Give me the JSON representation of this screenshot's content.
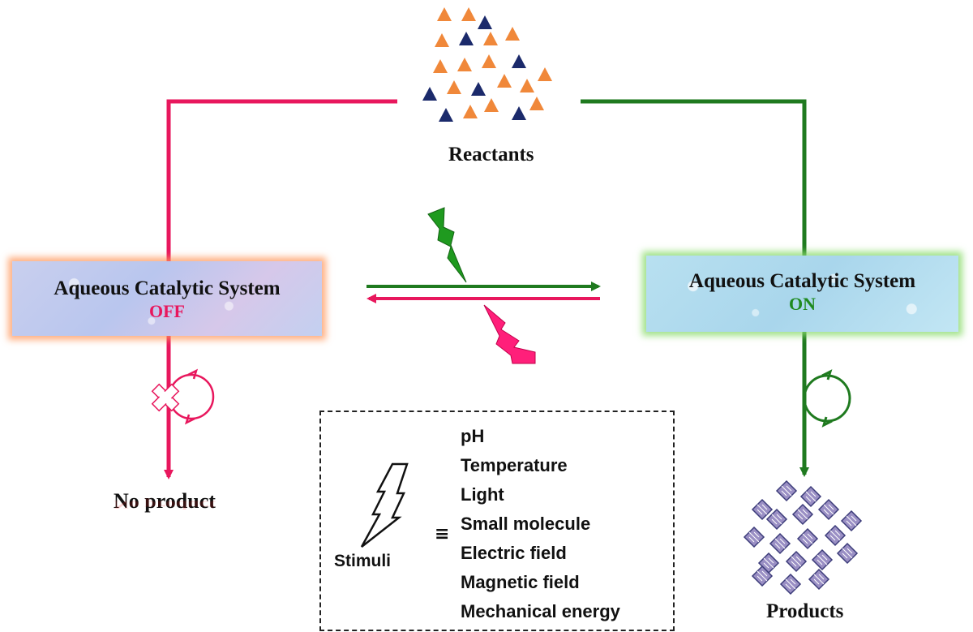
{
  "reactants_label": "Reactants",
  "products_label": "Products",
  "no_product_label": "No product",
  "off_system": {
    "title": "Aqueous Catalytic System",
    "state": "OFF"
  },
  "on_system": {
    "title": "Aqueous Catalytic System",
    "state": "ON"
  },
  "stimuli": {
    "label": "Stimuli",
    "equiv_symbol": "≡",
    "items": [
      "pH",
      "Temperature",
      "Light",
      "Small molecule",
      "Electric field",
      "Magnetic field",
      "Mechanical energy"
    ]
  },
  "colors": {
    "off_path": "#e8175d",
    "on_path": "#1f7a1f",
    "reactant_orange": "#f0883a",
    "reactant_navy": "#1b2a6b",
    "product_fill": "#9a8fc4"
  },
  "icons": {
    "off_bolt": "lightning-bolt-icon",
    "on_bolt": "lightning-bolt-icon",
    "stimuli_bolt": "lightning-bolt-icon",
    "blocked_cycle": "blocked-cycle-icon",
    "active_cycle": "cycle-icon"
  }
}
